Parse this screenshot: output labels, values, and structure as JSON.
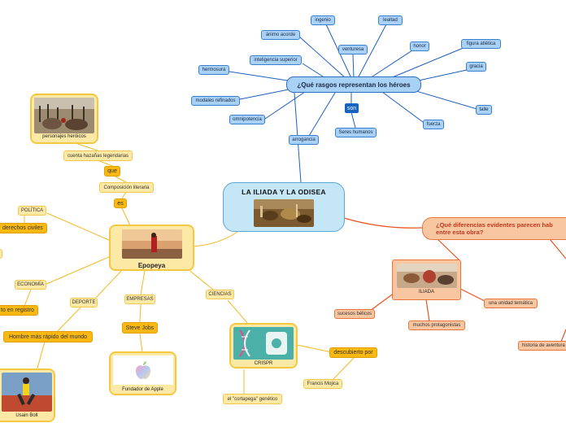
{
  "central": {
    "title": "LA ILIADA Y LA ODISEA"
  },
  "heroes": {
    "question": "¿Qué rasgos representan los héroes",
    "connector": "son",
    "traits": [
      "ingenio",
      "lealtad",
      "ánimo acorde",
      "venturesa",
      "honor",
      "figura atlética",
      "inteligencia superior",
      "gracia",
      "hermosura",
      "talle",
      "modales refinados",
      "omnipotencia",
      "fuerza",
      "Seres humanos",
      "arrogancia"
    ]
  },
  "differences": {
    "question": "¿Qué diferencias evidentes parecen hab entre esta obra?",
    "iliada": "ILIADA",
    "items": [
      "sucesos bélicos",
      "una unidad temática",
      "muchos protagonistas",
      "historia de aventura"
    ]
  },
  "epopeya": {
    "label": "Epopeya",
    "connector_es": "es",
    "composicion": "Composición literaria",
    "connector_que": "que",
    "hazanas": "cuenta hazañas legendarias",
    "personajes": "personajes heróicos",
    "politica": "POLÍTICA",
    "derechos": "derechos civiles",
    "economia": "ECONOMÍA",
    "registro": "to en registro",
    "deporte": "DEPORTE",
    "hombre": "Hombre más rápido del mundo",
    "usain": "Usain Bolt",
    "empresas": "EMPRESAS",
    "steve": "Steve Jobs",
    "apple": "Fundador de Apple",
    "ciencias": "CIENCIAS",
    "crispr": "CRISPR",
    "descubierto": "descubierto por",
    "mojica": "Francis Mojica",
    "cortapega": "el \"cortapega\" genético"
  },
  "colors": {
    "blue": "#2f6fbf",
    "orange": "#e8531f",
    "yellow": "#f6c842"
  }
}
